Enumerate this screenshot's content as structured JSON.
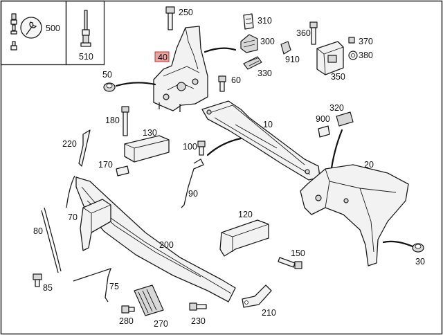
{
  "diagram": {
    "labels": {
      "p500": "500",
      "p510": "510",
      "p250": "250",
      "p310": "310",
      "p300": "300",
      "p360": "360",
      "p370": "370",
      "p380": "380",
      "p350": "350",
      "p910": "910",
      "p330": "330",
      "p40": "40",
      "p50": "50",
      "p60": "60",
      "p180": "180",
      "p130": "130",
      "p10": "10",
      "p320": "320",
      "p900": "900",
      "p220": "220",
      "p100": "100",
      "p170": "170",
      "p20": "20",
      "p90": "90",
      "p120": "120",
      "p70": "70",
      "p80": "80",
      "p200": "200",
      "p150": "150",
      "p30": "30",
      "p85": "85",
      "p75": "75",
      "p280": "280",
      "p270": "270",
      "p230": "230",
      "p210": "210"
    },
    "highlight_color": "#e8a3a3"
  }
}
